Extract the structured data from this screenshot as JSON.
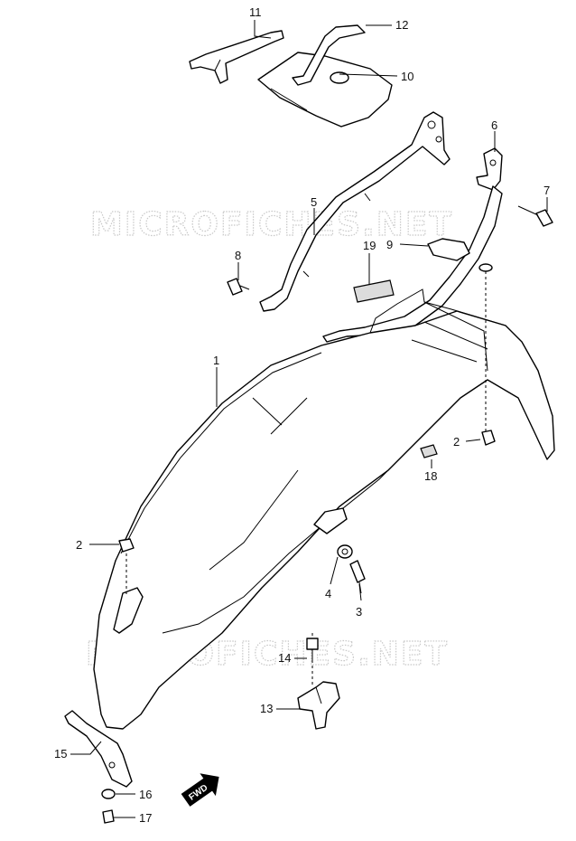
{
  "watermark": "MICROFICHES.NET",
  "callouts": [
    {
      "id": "c1",
      "text": "1"
    },
    {
      "id": "c2a",
      "text": "2"
    },
    {
      "id": "c2b",
      "text": "2"
    },
    {
      "id": "c3",
      "text": "3"
    },
    {
      "id": "c4",
      "text": "4"
    },
    {
      "id": "c5",
      "text": "5"
    },
    {
      "id": "c6",
      "text": "6"
    },
    {
      "id": "c7",
      "text": "7"
    },
    {
      "id": "c8",
      "text": "8"
    },
    {
      "id": "c9",
      "text": "9"
    },
    {
      "id": "c10",
      "text": "10"
    },
    {
      "id": "c11",
      "text": "11"
    },
    {
      "id": "c12",
      "text": "12"
    },
    {
      "id": "c13",
      "text": "13"
    },
    {
      "id": "c14",
      "text": "14"
    },
    {
      "id": "c15",
      "text": "15"
    },
    {
      "id": "c16",
      "text": "16"
    },
    {
      "id": "c17",
      "text": "17"
    },
    {
      "id": "c18",
      "text": "18"
    },
    {
      "id": "c19",
      "text": "19"
    }
  ],
  "direction_badge": "FWD"
}
